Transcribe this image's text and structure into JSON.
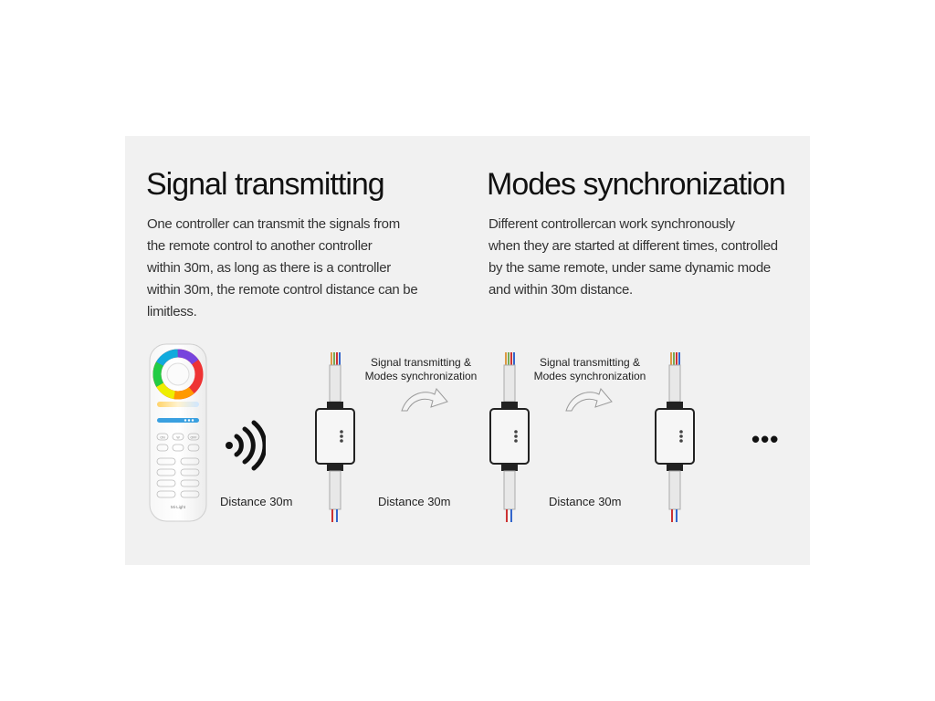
{
  "left": {
    "title": "Signal transmitting",
    "lines": [
      "One controller can transmit the signals from",
      "the remote control to another controller",
      "within 30m, as long as there is a controller",
      "within 30m, the remote control distance can be",
      "limitless."
    ]
  },
  "right": {
    "title": "Modes synchronization",
    "lines": [
      "Different controllercan work synchronously",
      "when they are started at different times, controlled",
      "by the same remote, under same dynamic mode",
      "and within 30m distance."
    ]
  },
  "diagram": {
    "remote_brand": "Mi·Light",
    "remote_buttons": [
      "ON",
      "W",
      "OFF"
    ],
    "arrow_labels": [
      {
        "line1": "Signal transmitting &",
        "line2": "Modes synchronization"
      },
      {
        "line1": "Signal transmitting &",
        "line2": "Modes synchronization"
      }
    ],
    "distances": [
      "Distance 30m",
      "Distance 30m",
      "Distance 30m"
    ],
    "ellipsis": "•••",
    "icons": {
      "signal": "wireless-signal-icon",
      "arrow": "curved-arrow-icon",
      "controller": "controller-box-icon"
    }
  }
}
